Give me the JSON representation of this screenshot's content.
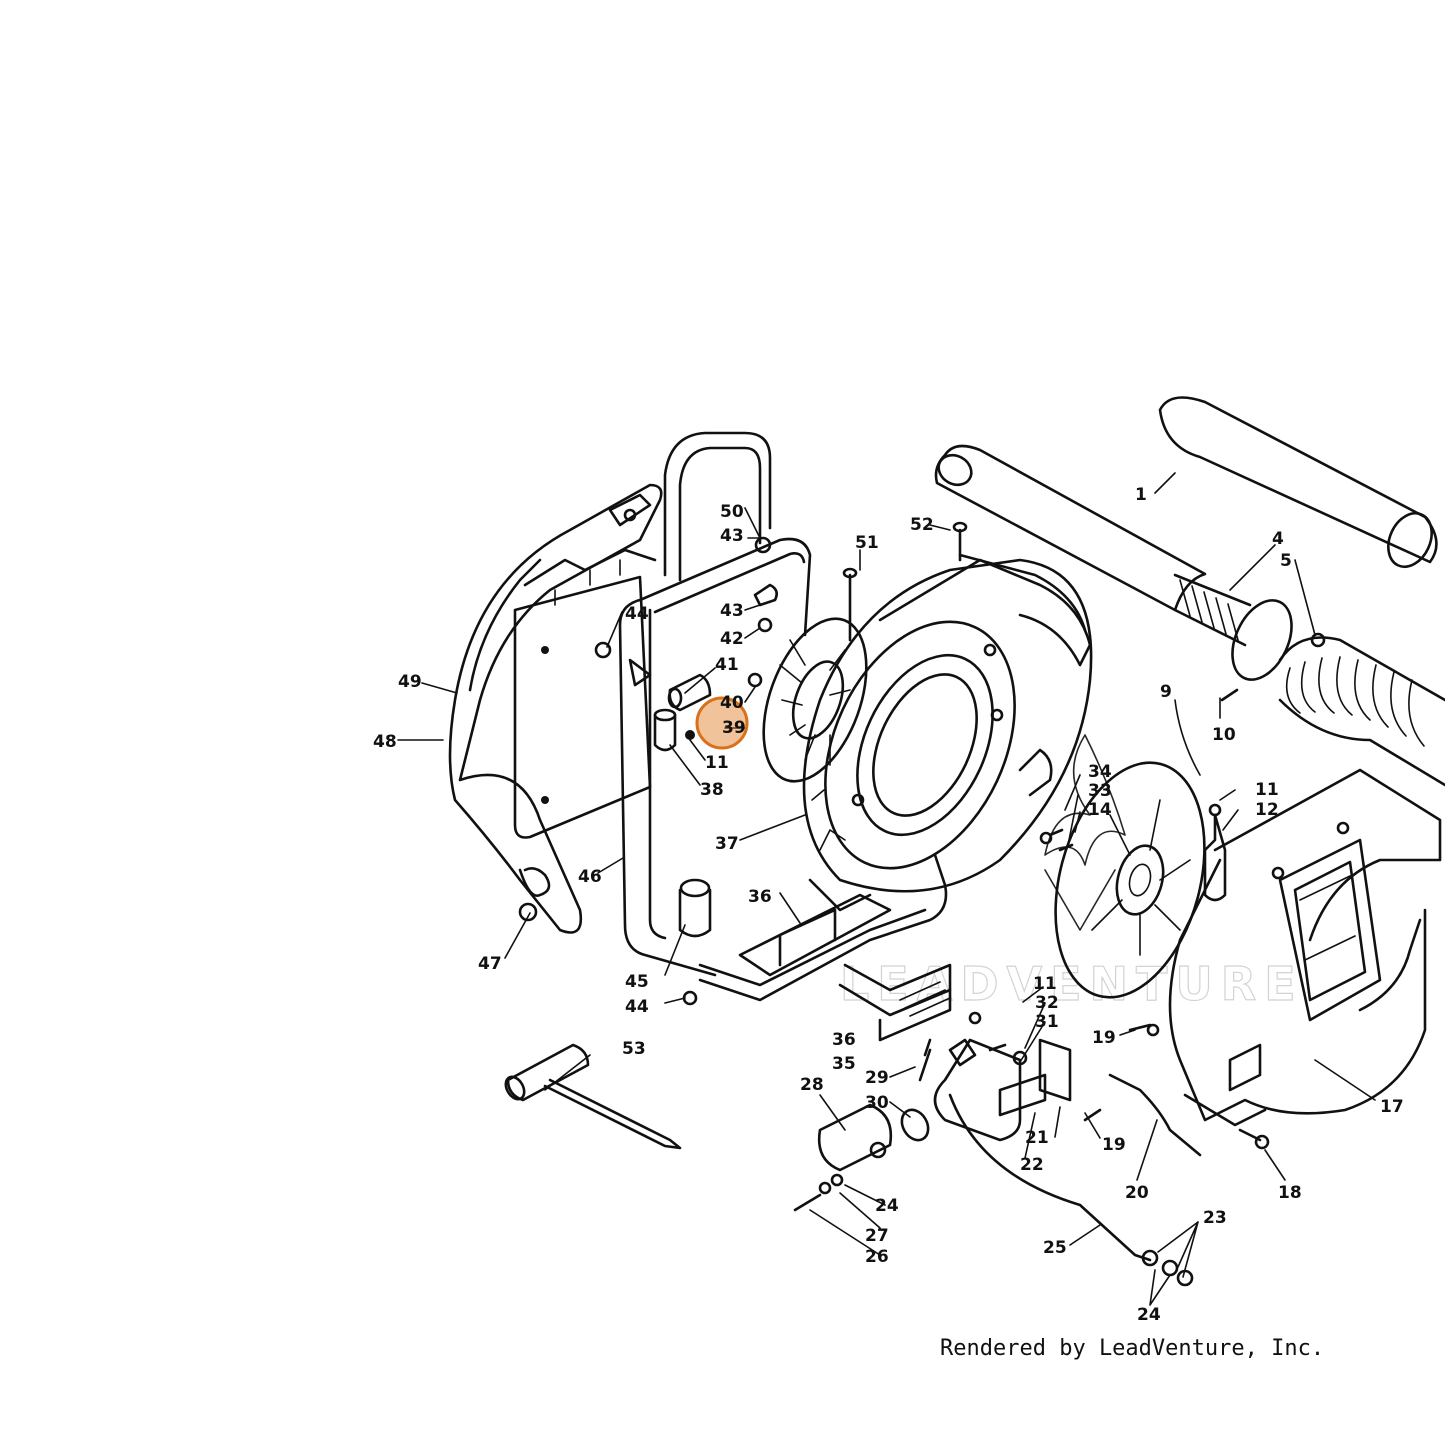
{
  "diagram": {
    "credit": "Rendered by LeadVenture, Inc.",
    "watermark": "LEADVENTURE",
    "highlight": {
      "label": "39",
      "color": "#E07B1F"
    },
    "callouts": [
      "1",
      "4",
      "5",
      "9",
      "10",
      "11",
      "12",
      "52",
      "51",
      "50",
      "43",
      "43",
      "42",
      "41",
      "40",
      "39",
      "11",
      "38",
      "44",
      "49",
      "48",
      "47",
      "46",
      "45",
      "44",
      "37",
      "36",
      "36",
      "35",
      "53",
      "34",
      "33",
      "14",
      "11",
      "32",
      "31",
      "19",
      "29",
      "30",
      "28",
      "22",
      "21",
      "19",
      "20",
      "18",
      "17",
      "24",
      "27",
      "26",
      "25",
      "23",
      "24"
    ]
  }
}
